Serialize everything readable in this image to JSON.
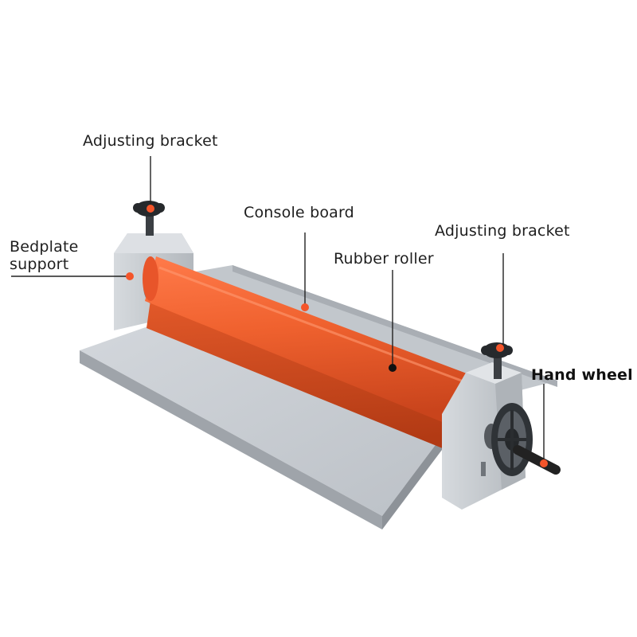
{
  "labels": {
    "adjusting_bracket_left": "Adjusting bracket",
    "console_board": "Console board",
    "adjusting_bracket_right": "Adjusting bracket",
    "rubber_roller": "Rubber roller",
    "bedplate_support": "Bedplate support",
    "hand_wheel": "Hand wheel"
  },
  "colors": {
    "roller": "#f0622f",
    "metal": "#c5cacf",
    "marker_orange": "#f4552a",
    "marker_black": "#111111",
    "leader_line": "#222222"
  },
  "icons": [
    "adjusting-knob-icon",
    "hand-wheel-icon"
  ]
}
